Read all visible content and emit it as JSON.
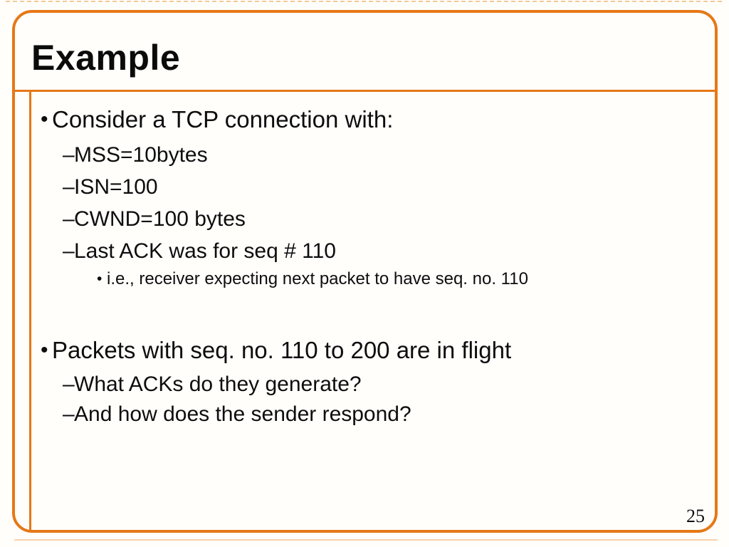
{
  "slide": {
    "title": "Example",
    "page_number": "25",
    "accent_color": "#E67817",
    "content": {
      "items": [
        {
          "level": 1,
          "marker": "•",
          "text": "Consider a TCP connection with:"
        },
        {
          "level": 2,
          "marker": "–",
          "text": "MSS=10bytes"
        },
        {
          "level": 2,
          "marker": "–",
          "text": "ISN=100"
        },
        {
          "level": 2,
          "marker": "–",
          "text": "CWND=100 bytes"
        },
        {
          "level": 2,
          "marker": "–",
          "text": "Last ACK was for seq # 110"
        },
        {
          "level": 3,
          "marker": "•",
          "text": "i.e., receiver expecting next packet to have seq. no. 110"
        },
        {
          "level": 1,
          "marker": "•",
          "text": "Packets with seq. no. 110 to 200 are in flight"
        },
        {
          "level": 2,
          "marker": "–",
          "text": "What ACKs do they generate?"
        },
        {
          "level": 2,
          "marker": "–",
          "text": "And how does the sender respond?"
        }
      ]
    }
  }
}
